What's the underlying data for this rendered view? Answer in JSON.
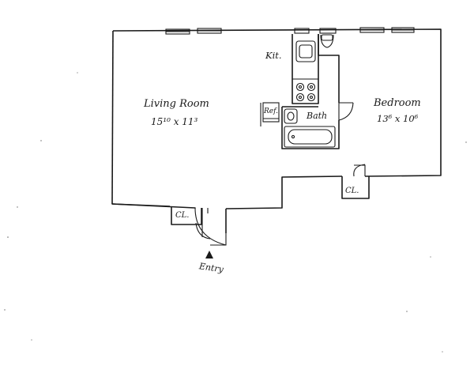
{
  "plan": {
    "rooms": [
      {
        "key": "living",
        "name": "Living Room",
        "dims": "15¹⁰ x 11³"
      },
      {
        "key": "bedroom",
        "name": "Bedroom",
        "dims": "13⁶ x 10⁶"
      },
      {
        "key": "kitchen",
        "name": "Kit."
      },
      {
        "key": "bath",
        "name": "Bath"
      }
    ],
    "fixtures": {
      "refrigerator": "Ref."
    },
    "closets": [
      {
        "key": "entry-closet",
        "name": "CL."
      },
      {
        "key": "bedroom-closet",
        "name": "CL."
      }
    ],
    "entry": {
      "label": "Entry"
    },
    "colors": {
      "ink": "#1a1a1a",
      "paper": "#ffffff"
    }
  }
}
